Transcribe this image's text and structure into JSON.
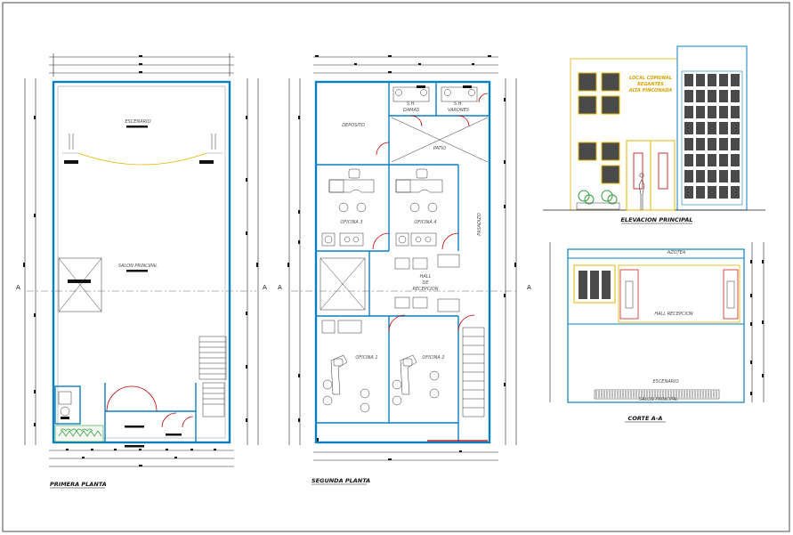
{
  "drawing": {
    "plan1": {
      "title": "PRIMERA PLANTA",
      "rooms": {
        "stage": "ESCENARIO",
        "hall": "SALON PRINCIPAL"
      },
      "section_mark": "A"
    },
    "plan2": {
      "title": "SEGUNDA  PLANTA",
      "rooms": {
        "storage": "DEPOSITO",
        "wc_left": "S.H.",
        "wc_right": "S.H.",
        "wc_left_sub": "DAMAS",
        "wc_right_sub": "VARONES",
        "patio": "PATIO",
        "office3": "OFICINA 3",
        "office4": "OFICINA 4",
        "office1": "OFICINA 1",
        "office2": "OFICINA 2",
        "corridor": "PASADIZO",
        "hall_l1": "HALL",
        "hall_l2": "DE",
        "hall_l3": "RECEPCION"
      },
      "section_mark": "A"
    },
    "elevation": {
      "title": "ELEVACION PRINCIPAL",
      "sign_l1": "LOCAL COMUNAL",
      "sign_l2": "REGANTES",
      "sign_l3": "ALTA PINCONADA"
    },
    "section": {
      "title": "CORTE A-A",
      "labels": {
        "top": "AZOTEA",
        "mid": "HALL RECEPCION",
        "stage": "ESCENARIO",
        "bottom": "SALON PRINCIPAL"
      }
    }
  },
  "colors": {
    "wall": "#0a7fbf",
    "door": "#c00000",
    "accent": "#e5b400",
    "plant": "#2e9e3a"
  }
}
